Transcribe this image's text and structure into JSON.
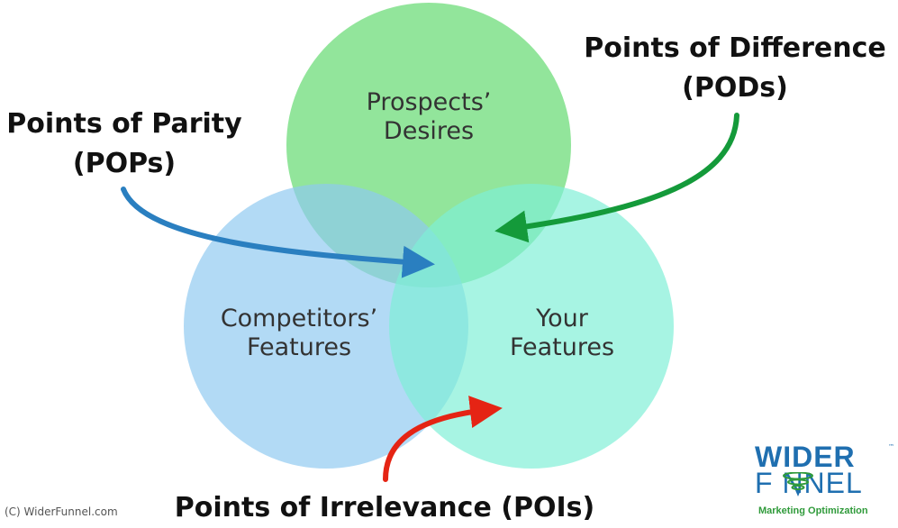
{
  "circles": {
    "top_label_line1": "Prospects’",
    "top_label_line2": "Desires",
    "left_label_line1": "Competitors’",
    "left_label_line2": "Features",
    "right_label_line1": "Your",
    "right_label_line2": "Features"
  },
  "callouts": {
    "parity_line1": "Points of Parity",
    "parity_line2": "(POPs)",
    "difference_line1": "Points of Difference",
    "difference_line2": "(PODs)",
    "irrelevance": "Points of Irrelevance (POIs)"
  },
  "footer": {
    "copyright": "(C) WiderFunnel.com"
  },
  "logo": {
    "word_top": "WIDER",
    "trademark": "™",
    "word_bottom": "F  NNEL",
    "tagline": "Marketing Optimization"
  },
  "colors": {
    "top_circle": "#7fe08a",
    "left_circle": "#8ec9f0",
    "right_circle": "#7eefd6",
    "arrow_parity": "#2a7fc0",
    "arrow_difference": "#149a3a",
    "arrow_irrelevance": "#e52414",
    "logo_blue": "#1f6fb0",
    "logo_green": "#2f9a3a"
  },
  "icons": {
    "logo_funnel": "funnel-icon"
  }
}
